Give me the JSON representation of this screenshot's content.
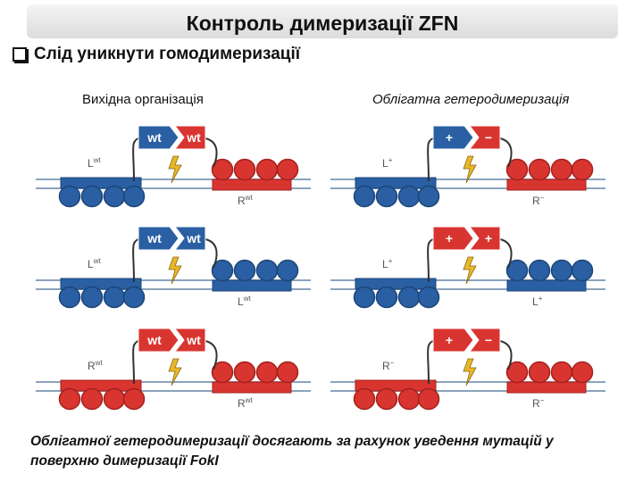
{
  "title": "Контроль димеризації ZFN",
  "bullet": "Слід уникнути гомодимеризації",
  "columns": {
    "left": "Вихідна організація",
    "right": "Облігатна гетеродимеризація"
  },
  "colors": {
    "blue": "#2a5fa3",
    "blue_dark": "#1d4578",
    "red": "#d93530",
    "red_dark": "#a4201c",
    "dna": "#8aa3bd",
    "lightning": "#e8b82a"
  },
  "panels": [
    {
      "top": "wt",
      "top_color": "blue",
      "bottom": "wt",
      "bottom_color": "red",
      "chip_left": "blue",
      "chip_right": "red",
      "label_left": "Lwt",
      "label_right": "Rwt"
    },
    {
      "top": "wt",
      "top_color": "blue",
      "bottom": "wt",
      "bottom_color": "blue",
      "chip_left": "blue",
      "chip_right": "blue",
      "label_left": "Lwt",
      "label_right": "Lwt"
    },
    {
      "top": "wt",
      "top_color": "red",
      "bottom": "wt",
      "bottom_color": "red",
      "chip_left": "red",
      "chip_right": "red",
      "label_left": "Rwt",
      "label_right": "Rwt"
    },
    {
      "top": "+",
      "top_color": "blue",
      "bottom": "−",
      "bottom_color": "red",
      "chip_left": "blue",
      "chip_right": "red",
      "label_left": "L+",
      "label_right": "R−"
    },
    {
      "top": "+",
      "top_color": "red",
      "bottom": "+",
      "bottom_color": "red",
      "chip_left": "blue",
      "chip_right": "blue",
      "label_left": "L+",
      "label_right": "L+"
    },
    {
      "top": "+",
      "top_color": "red",
      "bottom": "−",
      "bottom_color": "red",
      "chip_left": "red",
      "chip_right": "red",
      "label_left": "R−",
      "label_right": "R−"
    }
  ],
  "footer": "Облігатної гетеродимеризації досягають за рахунок уведення мутацій у поверхню димеризації FokI"
}
